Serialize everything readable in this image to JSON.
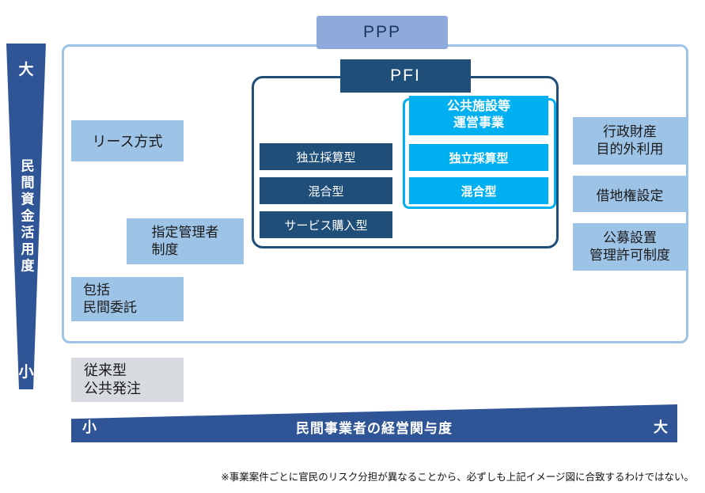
{
  "labels": {
    "ppp": "PPP",
    "pfi": "PFI"
  },
  "pfi_items": [
    "独立採算型",
    "混合型",
    "サービス購入型"
  ],
  "concession": {
    "title": "公共施設等\n運営事業",
    "items": [
      "独立採算型",
      "混合型"
    ]
  },
  "scheme_boxes": {
    "lease": "リース方式",
    "designated_administrator": "指定管理者\n制度",
    "blanket_private_outsourcing": "包括\n民間委託",
    "administrative_property_other_use": "行政財産\n目的外利用",
    "leasehold_establishment": "借地権設定",
    "public_offering_permit": "公募設置\n管理許可制度",
    "conventional_procurement": "従来型\n公共発注"
  },
  "axis_vertical": {
    "max": "大",
    "label": "民間資金活用度",
    "min": "小"
  },
  "axis_horizontal": {
    "min": "小",
    "label": "民間事業者の経営関与度",
    "max": "大"
  },
  "footnote": "※事業案件ごとに官民のリスク分担が異なることから、必ずしも上記イメージ図に合致するわけではない。",
  "colors": {
    "dark_blue": "#1f4e79",
    "cyan": "#00b0f0",
    "light_blue": "#9dc3e6",
    "ppp_blue": "#8eaadb",
    "axis_blue": "#2f5597",
    "gray": "#d7dade"
  }
}
